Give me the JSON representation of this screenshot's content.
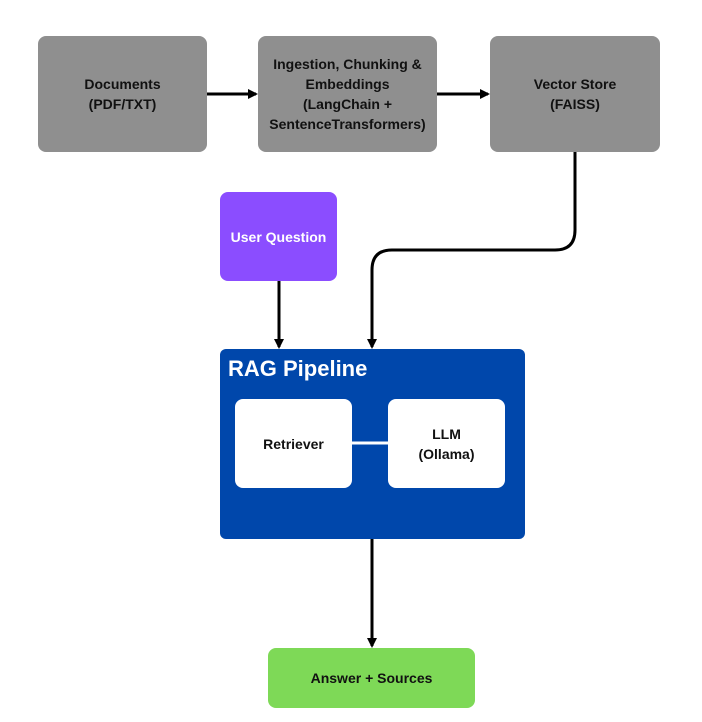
{
  "nodes": {
    "documents": "Documents\n(PDF/TXT)",
    "ingestion": "Ingestion, Chunking &\nEmbeddings\n(LangChain +\nSentenceTransformers)",
    "vector_store": "Vector Store\n(FAISS)",
    "user_question": "User Question",
    "rag_pipeline": "RAG Pipeline",
    "retriever": "Retriever",
    "llm": "LLM\n(Ollama)",
    "answer": "Answer + Sources"
  },
  "colors": {
    "gray": "#8f8f8f",
    "purple": "#8b4dff",
    "blue": "#0047ab",
    "green": "#7ed957",
    "arrow": "#000000"
  }
}
